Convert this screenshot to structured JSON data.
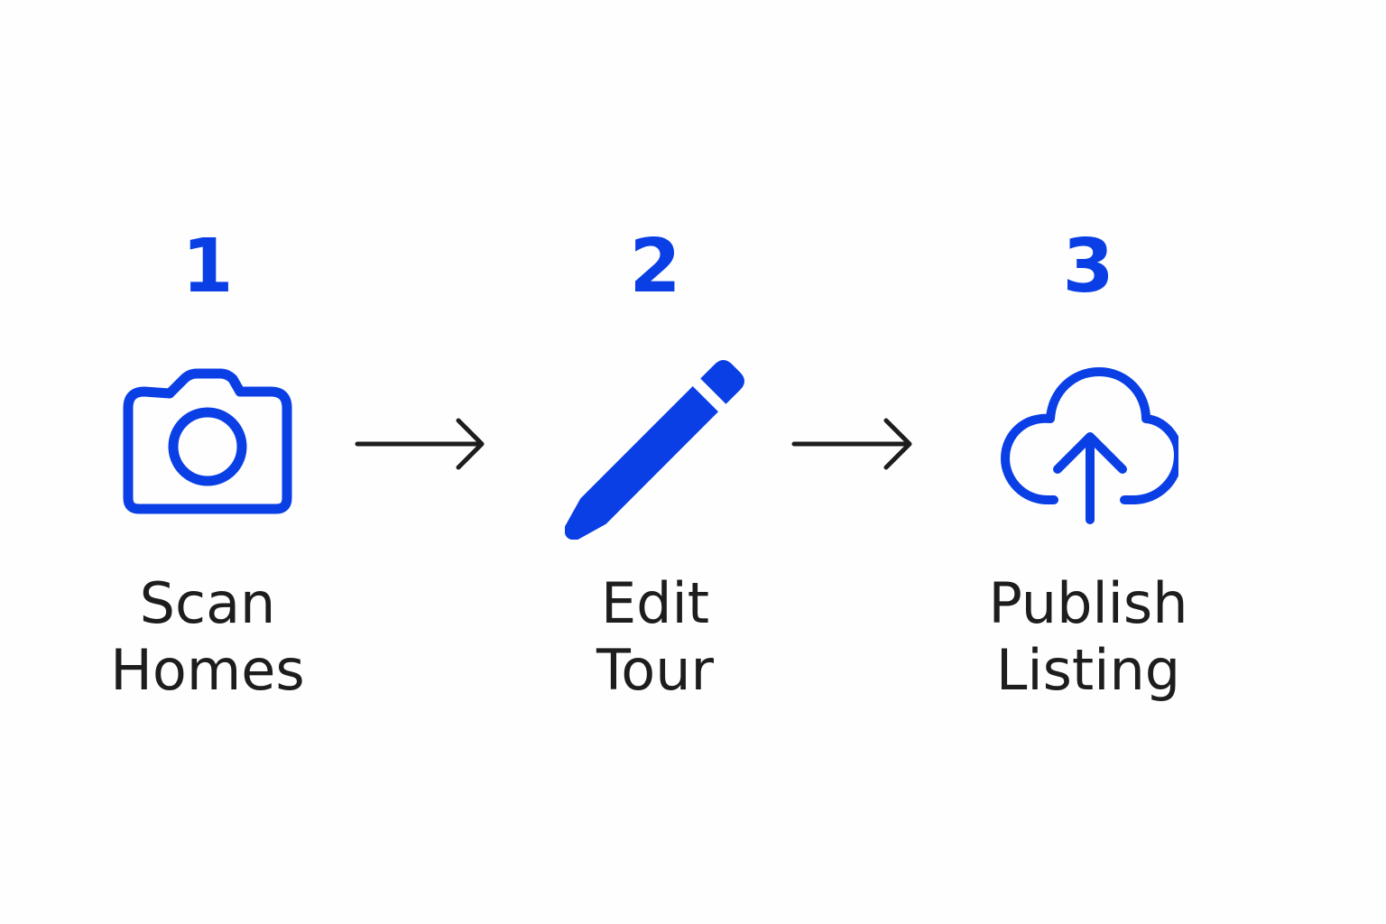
{
  "accent_color": "#0a3fe6",
  "text_color": "#1d1d1d",
  "arrow_color": "#1d1d1d",
  "steps": [
    {
      "number": "1",
      "icon": "camera-icon",
      "label_line1": "Scan",
      "label_line2": "Homes"
    },
    {
      "number": "2",
      "icon": "pencil-icon",
      "label_line1": "Edit",
      "label_line2": "Tour"
    },
    {
      "number": "3",
      "icon": "cloud-upload-icon",
      "label_line1": "Publish",
      "label_line2": "Listing"
    }
  ],
  "connectors": [
    {
      "icon": "arrow-right-icon"
    },
    {
      "icon": "arrow-right-icon"
    }
  ]
}
